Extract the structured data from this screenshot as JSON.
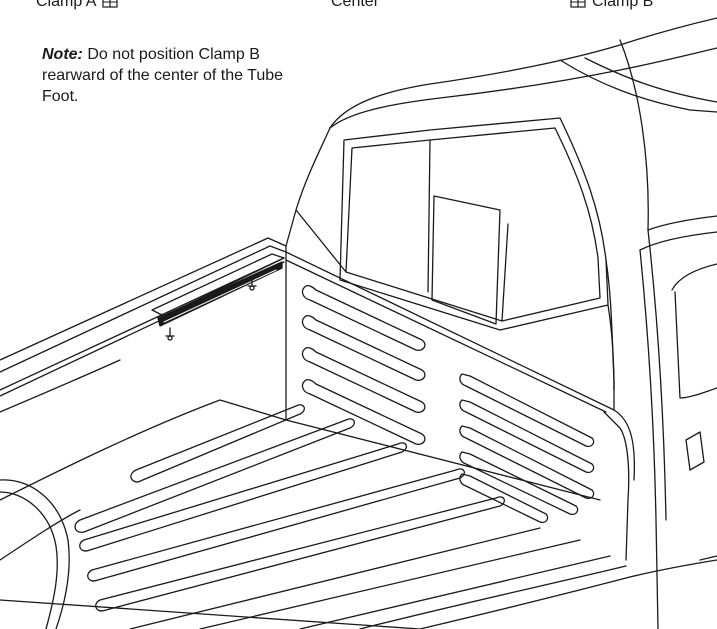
{
  "labels": {
    "clamp_a": "Clamp A",
    "center": "Center",
    "clamp_b": "Clamp B"
  },
  "note": {
    "label": "Note:",
    "text": "Do not position Clamp B rearward of the center of the Tube Foot."
  },
  "icons": {
    "clamp_a": "clamp-icon",
    "clamp_b": "clamp-icon"
  },
  "colors": {
    "line": "#1a1a1a",
    "background": "#ffffff"
  }
}
